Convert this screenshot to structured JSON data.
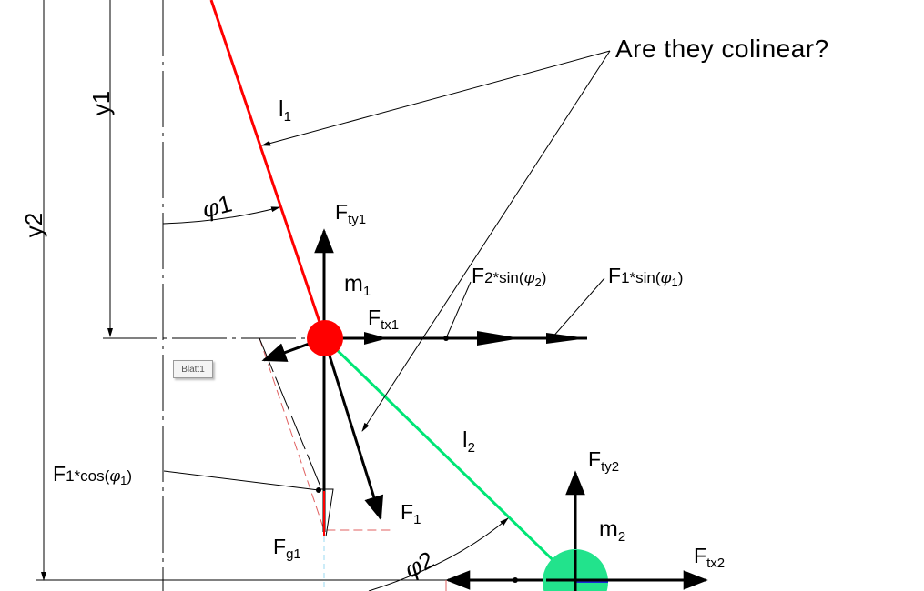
{
  "question": "Are they colinear?",
  "labels": {
    "y1": "y1",
    "y2": "y2",
    "l1": {
      "main": "l",
      "sub": "1"
    },
    "l2": {
      "main": "l",
      "sub": "2"
    },
    "phi1": {
      "main": "φ",
      "sub": "1"
    },
    "phi2": {
      "main": "φ",
      "sub": "2"
    },
    "m1": {
      "main": "m",
      "sub": "1"
    },
    "m2": {
      "main": "m",
      "sub": "2"
    },
    "fty1": {
      "main": "F",
      "sub": "ty1"
    },
    "ftx1": {
      "main": "F",
      "sub": "tx1"
    },
    "fty2": {
      "main": "F",
      "sub": "ty2"
    },
    "ftx2": {
      "main": "F",
      "sub": "tx2"
    },
    "f1": {
      "main": "F",
      "sub": "1"
    },
    "fg1": {
      "main": "F",
      "sub": "g1"
    },
    "f2sin": {
      "a": "F",
      "b": "2",
      "c": "*sin(",
      "d": "φ",
      "e": "2",
      "f": ")"
    },
    "f1sin": {
      "a": "F",
      "b": "1",
      "c": "*sin(",
      "d": "φ",
      "e": "1",
      "f": ")"
    },
    "f1cos": {
      "a": "F",
      "b": "1",
      "c": "*cos(",
      "d": "φ",
      "e": "1",
      "f": ")"
    }
  },
  "sheet_tab": "Blatt1",
  "colors": {
    "rod1": "#ff0000",
    "rod2": "#00e676",
    "mass1": "#ff0000",
    "mass2": "#22e38c",
    "vectors": "#000000",
    "construction": "#e06060"
  }
}
